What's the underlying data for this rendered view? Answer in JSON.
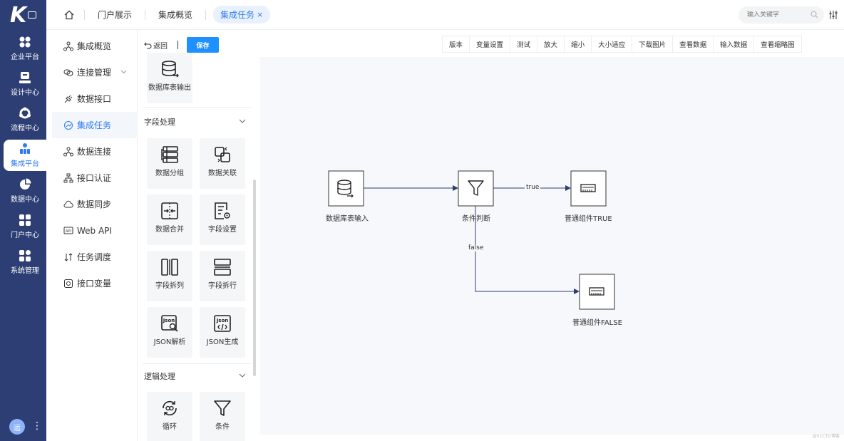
{
  "rail": {
    "items": [
      {
        "label": "企业平台"
      },
      {
        "label": "设计中心"
      },
      {
        "label": "流程中心"
      },
      {
        "label": "集成平台"
      },
      {
        "label": "数据中心"
      },
      {
        "label": "门户中心"
      },
      {
        "label": "系统管理"
      }
    ],
    "avatar": "运",
    "more": "⋮"
  },
  "topbar": {
    "tabs": [
      "门户展示",
      "集成概览"
    ],
    "active_tab": "集成任务",
    "close": "×",
    "search_placeholder": "输入关键字"
  },
  "subnav": {
    "items": [
      {
        "label": "集成概览"
      },
      {
        "label": "连接管理"
      },
      {
        "label": "数据接口"
      },
      {
        "label": "集成任务"
      },
      {
        "label": "数据连接"
      },
      {
        "label": "接口认证"
      },
      {
        "label": "数据同步"
      },
      {
        "label": "Web API"
      },
      {
        "label": "任务调度"
      },
      {
        "label": "接口变量"
      }
    ]
  },
  "palette": {
    "back_label": "返回",
    "save_label": "保存",
    "top_component": "数据库表输出",
    "field_section": "字段处理",
    "field_components": [
      "数据分组",
      "数据关联",
      "数据合并",
      "字段设置",
      "字段拆列",
      "字段拆行",
      "JSON解析",
      "JSON生成"
    ],
    "logic_section": "逻辑处理",
    "logic_components": [
      "循环",
      "条件"
    ]
  },
  "canvas_toolbar": [
    "版本",
    "变量设置",
    "测试",
    "放大",
    "缩小",
    "大小适应",
    "下载图片",
    "查看数据",
    "输入数据",
    "查看缩略图"
  ],
  "flow": {
    "nodes": {
      "input": "数据库表输入",
      "condition": "条件判断",
      "true_node": "普通组件TRUE",
      "false_node": "普通组件FALSE"
    },
    "edges": {
      "true_label": "true",
      "false_label": "false"
    }
  },
  "watermark": "@51CTO博客",
  "colors": {
    "rail_bg": "#2c3e73",
    "accent": "#2f7bf0",
    "save_btn": "#1e90ff",
    "edge": "#2c3e73"
  }
}
